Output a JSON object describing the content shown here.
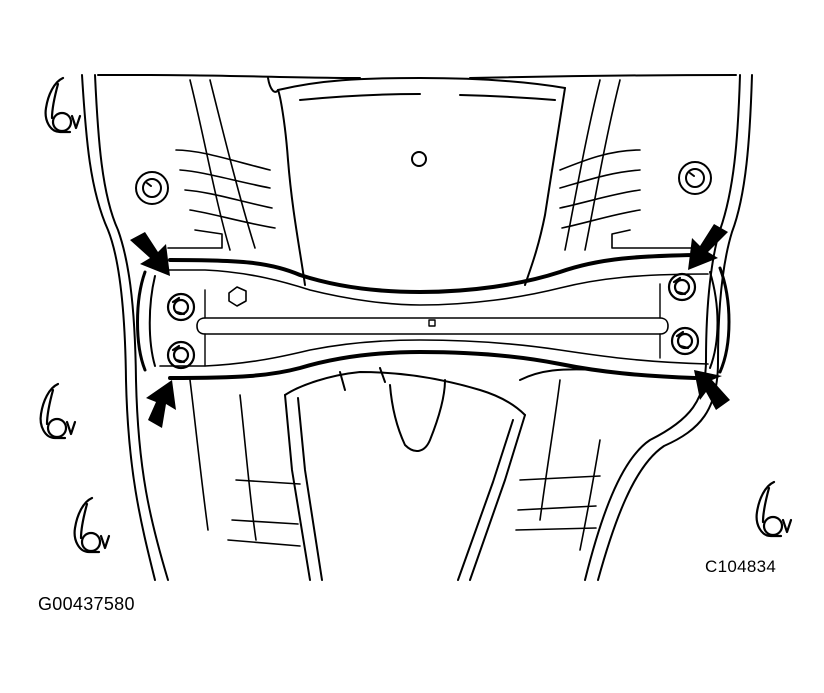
{
  "figure": {
    "figure_code": "C104834",
    "document_code": "G00437580",
    "subject": "crossmember-with-four-bolts",
    "callouts": {
      "arrow_count": 4,
      "bolt_count": 4
    },
    "colors": {
      "ink": "#000000",
      "background": "#ffffff"
    },
    "icons": [
      "wrench-symbol-icon",
      "arrow-icon",
      "bolt-icon"
    ]
  }
}
